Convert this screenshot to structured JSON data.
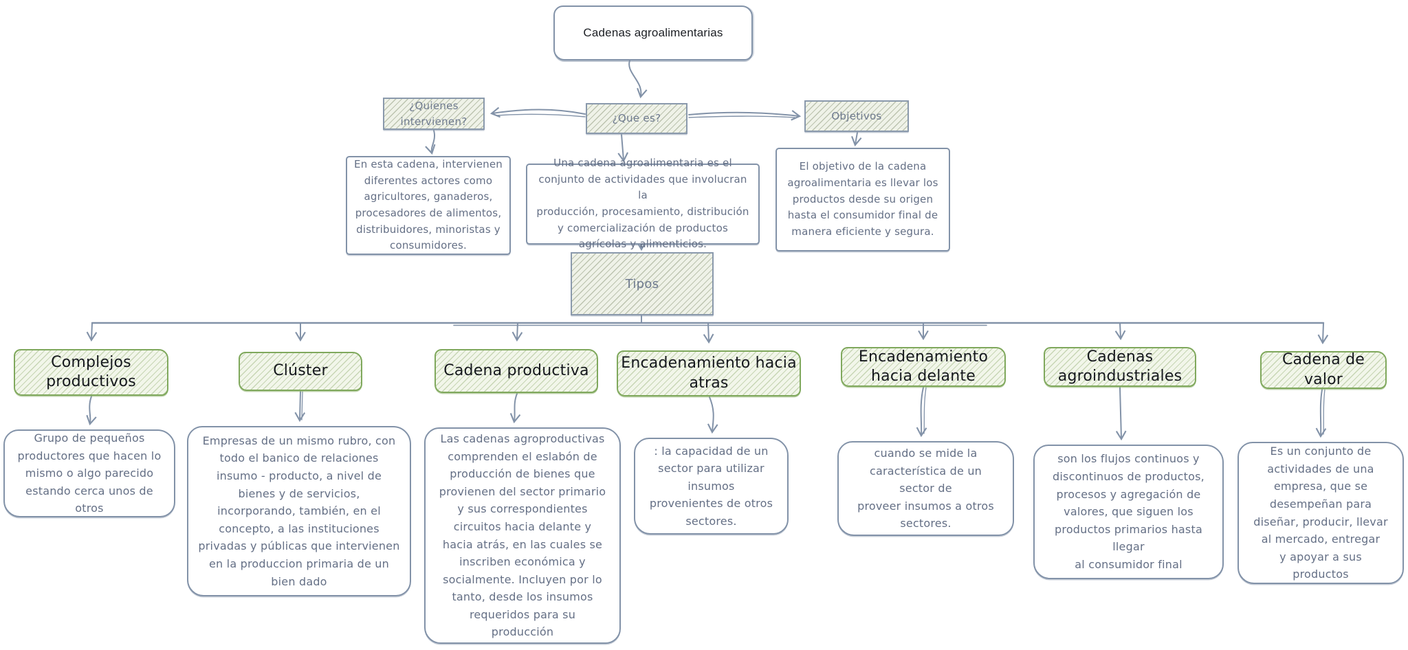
{
  "diagram": {
    "root": {
      "title": "Cadenas agroalimentarias"
    },
    "branches": {
      "quienes": {
        "label": "¿Quienes\nintervienen?",
        "desc": "En esta cadena, intervienen\ndiferentes actores como\nagricultores, ganaderos,\nprocesadores de alimentos,\ndistribuidores, minoristas y\nconsumidores."
      },
      "que_es": {
        "label": "¿Que es?",
        "desc": "Una cadena agroalimentaria es el\nconjunto de actividades que involucran la\nproducción, procesamiento, distribución\ny comercialización de productos\nagrícolas y alimenticios."
      },
      "objetivos": {
        "label": "Objetivos",
        "desc": "El objetivo de la cadena\nagroalimentaria es llevar los\nproductos desde su origen\nhasta el consumidor final de\nmanera eficiente y segura."
      },
      "tipos": {
        "label": "Tipos"
      }
    },
    "types": [
      {
        "title": "Complejos\nproductivos",
        "desc": "Grupo de pequeños\nproductores que hacen lo\nmismo o algo parecido\nestando cerca unos de\notros"
      },
      {
        "title": "Clúster",
        "desc": "Empresas de un mismo rubro, con\ntodo el  banico de relaciones\ninsumo - producto, a nivel de\nbienes y de servicios,\nincorporando, también, en el\nconcepto, a las instituciones\nprivadas y públicas que intervienen\nen la produccion primaria de un\nbien dado"
      },
      {
        "title": "Cadena productiva",
        "desc": "Las cadenas agroproductivas\ncomprenden el eslabón de\nproducción de bienes que\nprovienen del sector primario\ny sus correspondientes\ncircuitos hacia delante y\nhacia atrás, en las cuales se\ninscriben económica y\nsocialmente. Incluyen por lo\ntanto, desde los insumos\nrequeridos para su\nproducción"
      },
      {
        "title": "Encadenamiento hacia\natras",
        "desc": ": la capacidad de un\nsector para utilizar\ninsumos\nprovenientes de otros\nsectores."
      },
      {
        "title": "Encadenamiento\nhacia delante",
        "desc": "cuando se mide la\ncaracterística de un\nsector de\nproveer insumos a otros\nsectores."
      },
      {
        "title": "Cadenas\nagroindustriales",
        "desc": "son los flujos continuos y\ndiscontinuos de productos,\nprocesos y agregación de\nvalores, que siguen los\nproductos primarios hasta\nllegar\nal consumidor final"
      },
      {
        "title": "Cadena de\nvalor",
        "desc": "Es un conjunto de\nactividades de una\nempresa, que se\ndesempeñan para\ndiseñar, producir, llevar\nal mercado, entregar\ny apoyar a sus\nproductos"
      }
    ],
    "colors": {
      "connector_ink": "#8292a8",
      "green_border": "#7fa85c",
      "text_gray": "#646f85",
      "text_black": "#15181d",
      "hatch_background": "#eff2e8"
    }
  }
}
